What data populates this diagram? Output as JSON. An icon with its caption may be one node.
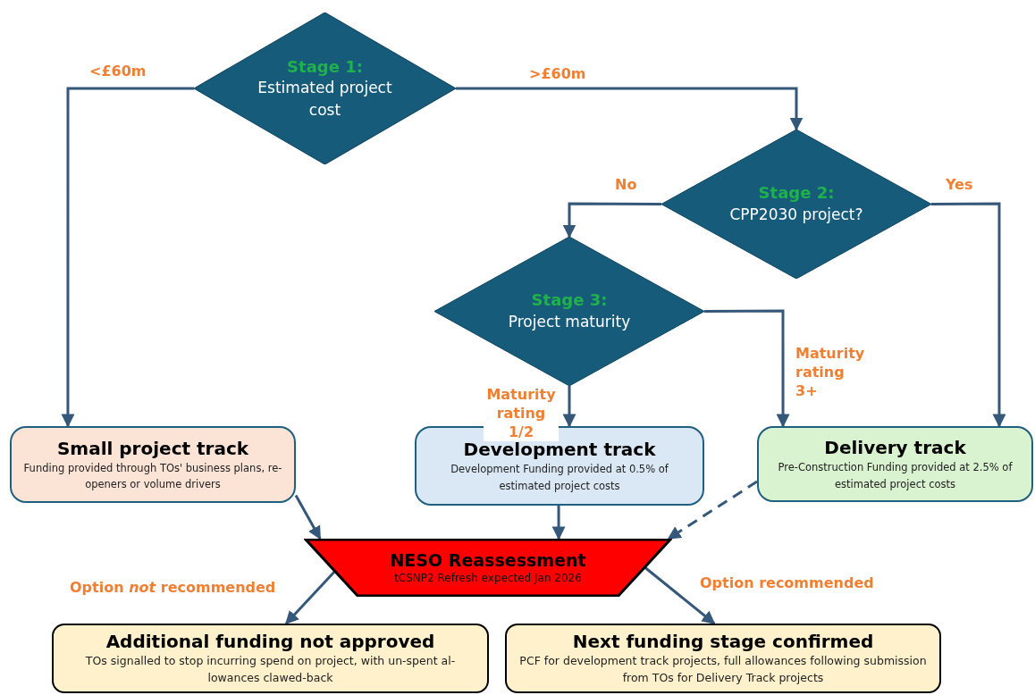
{
  "diagram": {
    "nodes": [
      {
        "text": [
          "Stage 1:",
          "Estimated project cost"
        ]
      },
      {
        "text": [
          "Stage 2:",
          "CPP2030 project?"
        ]
      },
      {
        "text": [
          "Stage 3:",
          "Project maturity"
        ]
      },
      {
        "text": [
          "Small project track",
          "Funding provided through TOs' business plans, re-openers or volume drivers"
        ]
      },
      {
        "text": [
          "Development track",
          "Development Funding provided at 0.5% of estimated project costs"
        ]
      },
      {
        "text": [
          "Delivery track",
          "Pre-Construction Funding provided at 2.5% of estimated project costs"
        ]
      },
      {
        "text": [
          "NESO Reassessment",
          "tCSNP2 Refresh expected Jan 2026"
        ]
      },
      {
        "text": [
          "Additional funding not approved",
          "TOs signalled to stop incurring spend on project, with un-spent al-lowances clawed-back"
        ]
      },
      {
        "text": [
          "Next funding stage confirmed",
          "PCF for development track projects,  full allowances following submission from TOs for Delivery Track projects"
        ]
      }
    ],
    "edges": [
      {
        "from": 0,
        "to": 3,
        "arrow": "to",
        "label": "<£60m"
      },
      {
        "from": 0,
        "to": 1,
        "arrow": "to",
        "label": ">£60m"
      },
      {
        "from": 1,
        "to": 2,
        "arrow": "to",
        "label": "No"
      },
      {
        "from": 1,
        "to": 5,
        "arrow": "to",
        "label": "Yes"
      },
      {
        "from": 2,
        "to": 4,
        "arrow": "to",
        "label": "Maturity rating 1/2"
      },
      {
        "from": 2,
        "to": 5,
        "arrow": "to",
        "label": "Maturity rating 3+"
      },
      {
        "from": 3,
        "to": 6,
        "arrow": "to"
      },
      {
        "from": 4,
        "to": 6,
        "arrow": "to"
      },
      {
        "from": 5,
        "to": 6,
        "arrow": "to",
        "style": "dashed"
      },
      {
        "from": 6,
        "to": 7,
        "arrow": "to",
        "label": "Option *not* recommended"
      },
      {
        "from": 6,
        "to": 8,
        "arrow": "to",
        "label": "Option recommended"
      }
    ]
  }
}
